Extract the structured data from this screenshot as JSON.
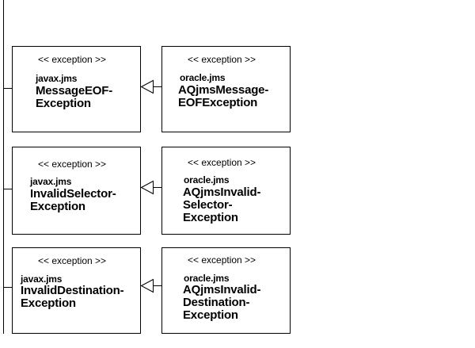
{
  "stereotype": "<< exception >>",
  "rows": [
    {
      "left": {
        "package": "javax.jms",
        "name_lines": [
          "MessageEOF-",
          "Exception"
        ]
      },
      "right": {
        "package": "oracle.jms",
        "name_lines": [
          "AQjmsMessage-",
          "EOFException"
        ]
      }
    },
    {
      "left": {
        "package": "javax.jms",
        "name_lines": [
          "InvalidSelector-",
          "Exception"
        ]
      },
      "right": {
        "package": "oracle.jms",
        "name_lines": [
          "AQjmsInvalid-",
          "Selector-",
          "Exception"
        ]
      }
    },
    {
      "left": {
        "package": "javax.jms",
        "name_lines": [
          "InvalidDestination-",
          "Exception"
        ]
      },
      "right": {
        "package": "oracle.jms",
        "name_lines": [
          "AQjmsInvalid-",
          "Destination-",
          "Exception"
        ]
      }
    }
  ]
}
